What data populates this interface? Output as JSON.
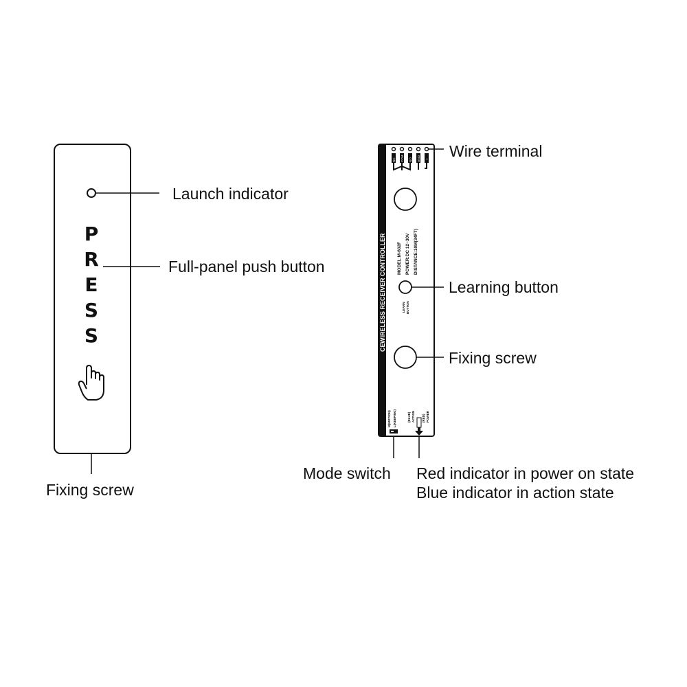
{
  "push_button_panel": {
    "press_letters": [
      "P",
      "R",
      "E",
      "S",
      "S"
    ],
    "labels": {
      "launch_indicator": "Launch indicator",
      "push_button": "Full-panel push button",
      "fixing_screw": "Fixing screw"
    }
  },
  "receiver": {
    "strip_text": "WIRELESS RECEIVER CONTROLLER",
    "ce_mark": "CE",
    "terminals": [
      "NC",
      "COM",
      "NO",
      "GND",
      "+"
    ],
    "model": "MODEL:M-602F",
    "power": "POWER:DC 12~30V",
    "distance": "DISTANCE:10M(34FT)",
    "learn_text": [
      "LEARN",
      "BUTTON"
    ],
    "mode_text": [
      "M(MOTION)",
      "L(KEEPING)"
    ],
    "action_text": [
      "(BLUE)",
      "ACTION"
    ],
    "power_text": [
      "(RED)",
      "POWER"
    ],
    "labels": {
      "wire_terminal": "Wire terminal",
      "learning_button": "Learning button",
      "fixing_screw": "Fixing screw",
      "mode_switch": "Mode switch",
      "indicator_line1": "Red indicator in power on state",
      "indicator_line2": "Blue indicator in action state"
    }
  }
}
